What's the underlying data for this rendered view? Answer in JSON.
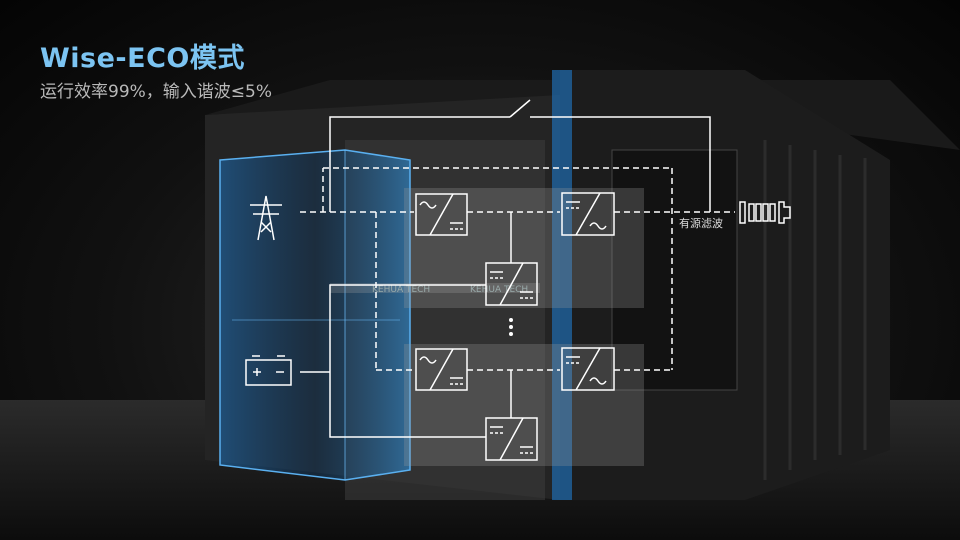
{
  "header": {
    "title": "Wise-ECO模式",
    "subtitle": "运行效率99%，输入谐波≤5%"
  },
  "diagram": {
    "filter_label": "有源滤波",
    "brand_labels": [
      "KEHUA TECH",
      "KEHUA TECH"
    ],
    "nodes": [
      "grid-tower-icon",
      "battery-icon",
      "rectifier-1",
      "inverter-1",
      "dcdc-1",
      "rectifier-2",
      "inverter-2",
      "dcdc-2",
      "load-icon",
      "bypass-switch"
    ],
    "colors": {
      "title": "#7cc4f2",
      "cabinet_glow": "#2f8fd8",
      "line": "#ffffff"
    }
  }
}
